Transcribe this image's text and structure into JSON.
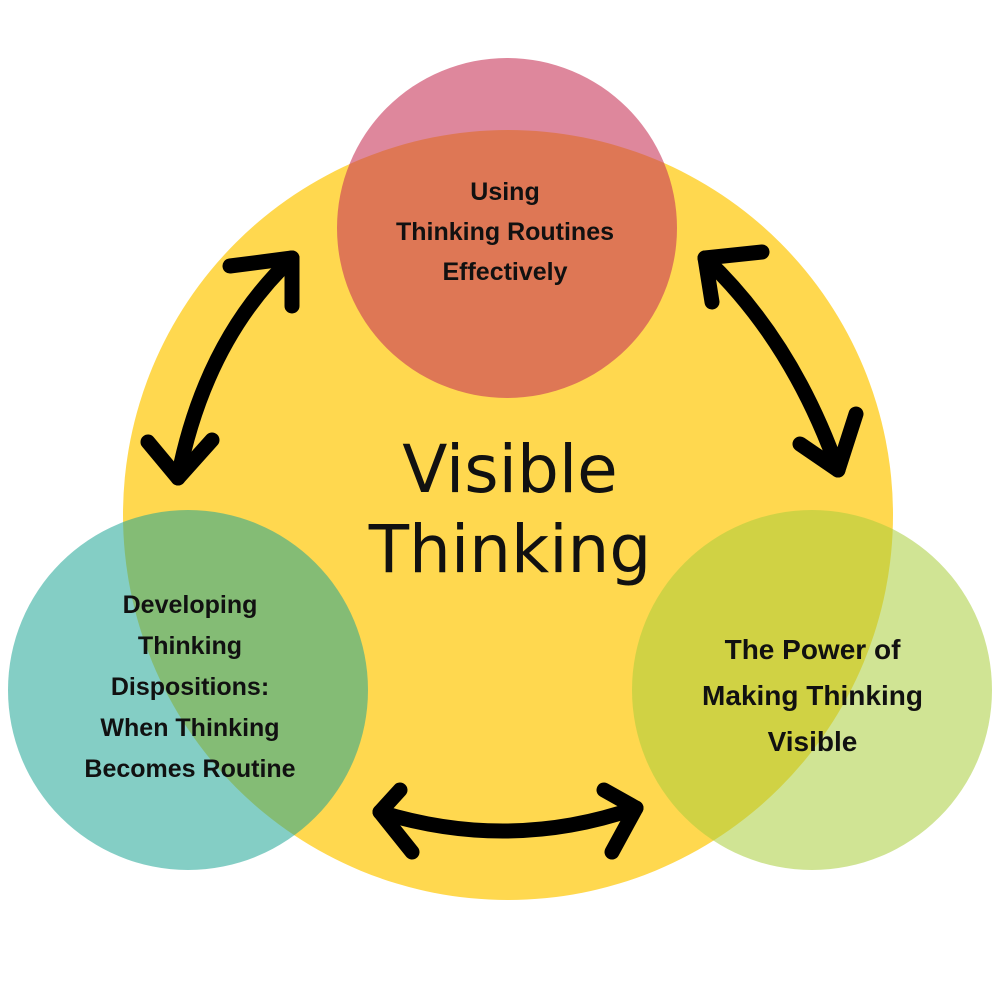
{
  "colors": {
    "main_circle": "#FFD84F",
    "top_circle": "#C8375A",
    "left_circle": "#1FA596",
    "right_circle": "#A9CE3C",
    "arrow": "#000000",
    "text": "#111111"
  },
  "title": {
    "line1": "Visible",
    "line2": "Thinking"
  },
  "nodes": {
    "top": {
      "lines": [
        "Using",
        "Thinking Routines",
        "Effectively"
      ]
    },
    "left": {
      "lines": [
        "Developing",
        "Thinking",
        "Dispositions:",
        "When Thinking",
        "Becomes Routine"
      ]
    },
    "right": {
      "lines": [
        "The Power of",
        "Making Thinking",
        "Visible"
      ]
    }
  },
  "connections": [
    {
      "from": "top",
      "to": "left",
      "type": "bidirectional"
    },
    {
      "from": "top",
      "to": "right",
      "type": "bidirectional"
    },
    {
      "from": "left",
      "to": "right",
      "type": "bidirectional"
    }
  ]
}
